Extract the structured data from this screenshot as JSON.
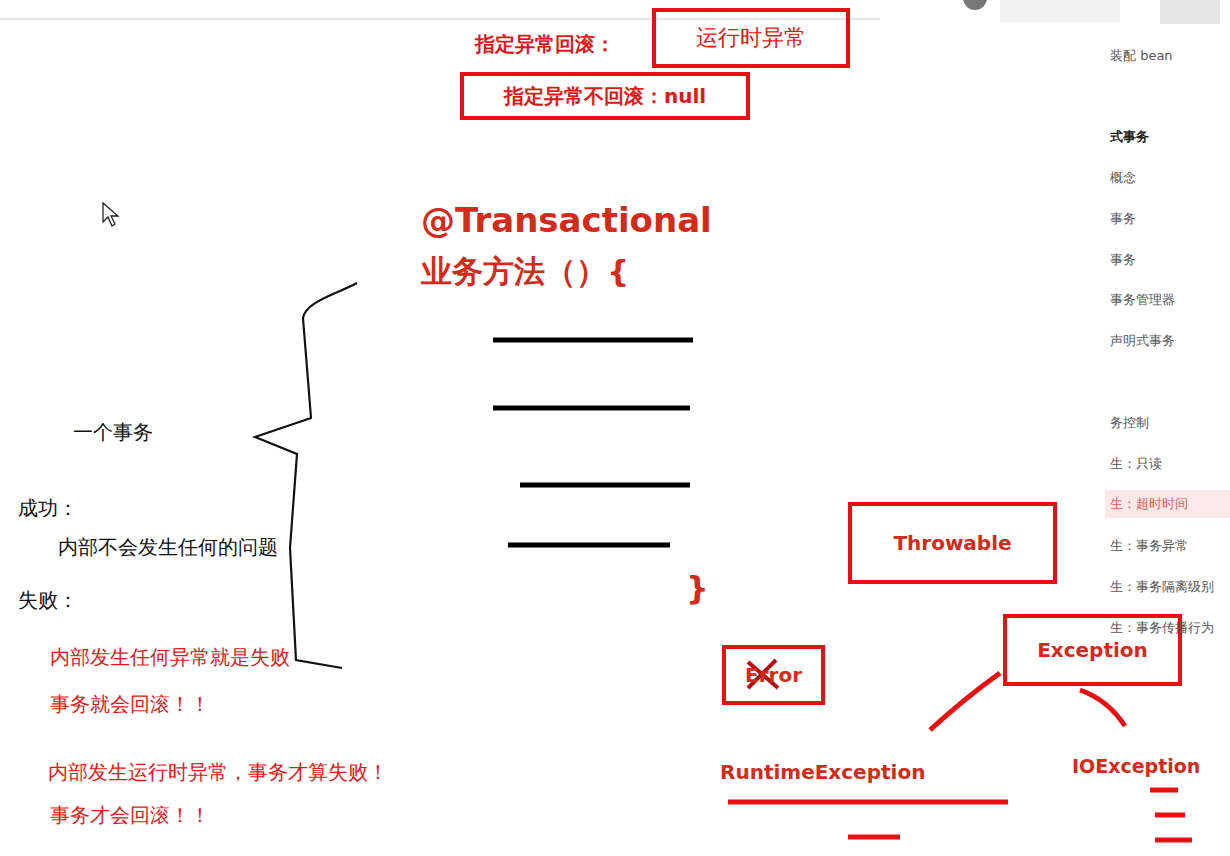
{
  "diagram": {
    "nodes": [
      {
        "text": [
          "运行时异常"
        ]
      },
      {
        "text": [
          "指定异常不回滚：null"
        ]
      },
      {
        "text": [
          "Throwable"
        ]
      },
      {
        "text": [
          "Error"
        ]
      },
      {
        "text": [
          "Exception"
        ]
      },
      {
        "text": [
          "生：超时时间"
        ]
      }
    ],
    "labels": [
      "指定异常回滚：",
      "@Transactional",
      "业务方法（）{",
      "一个事务",
      "成功：",
      "内部不会发生任何的问题",
      "失败：",
      "内部发生任何异常就是失败",
      "事务就会回滚！！",
      "内部发生运行时异常，事务才算失败！",
      "事务才会回滚！！",
      "}",
      "RuntimeException",
      "IOException",
      "装配 bean",
      "式事务",
      "概念",
      "事务",
      "事务",
      "事务管理器",
      "声明式事务",
      "务控制",
      "生：只读",
      "生：事务异常",
      "生：事务隔离级别",
      "生：事务传播行为"
    ]
  }
}
